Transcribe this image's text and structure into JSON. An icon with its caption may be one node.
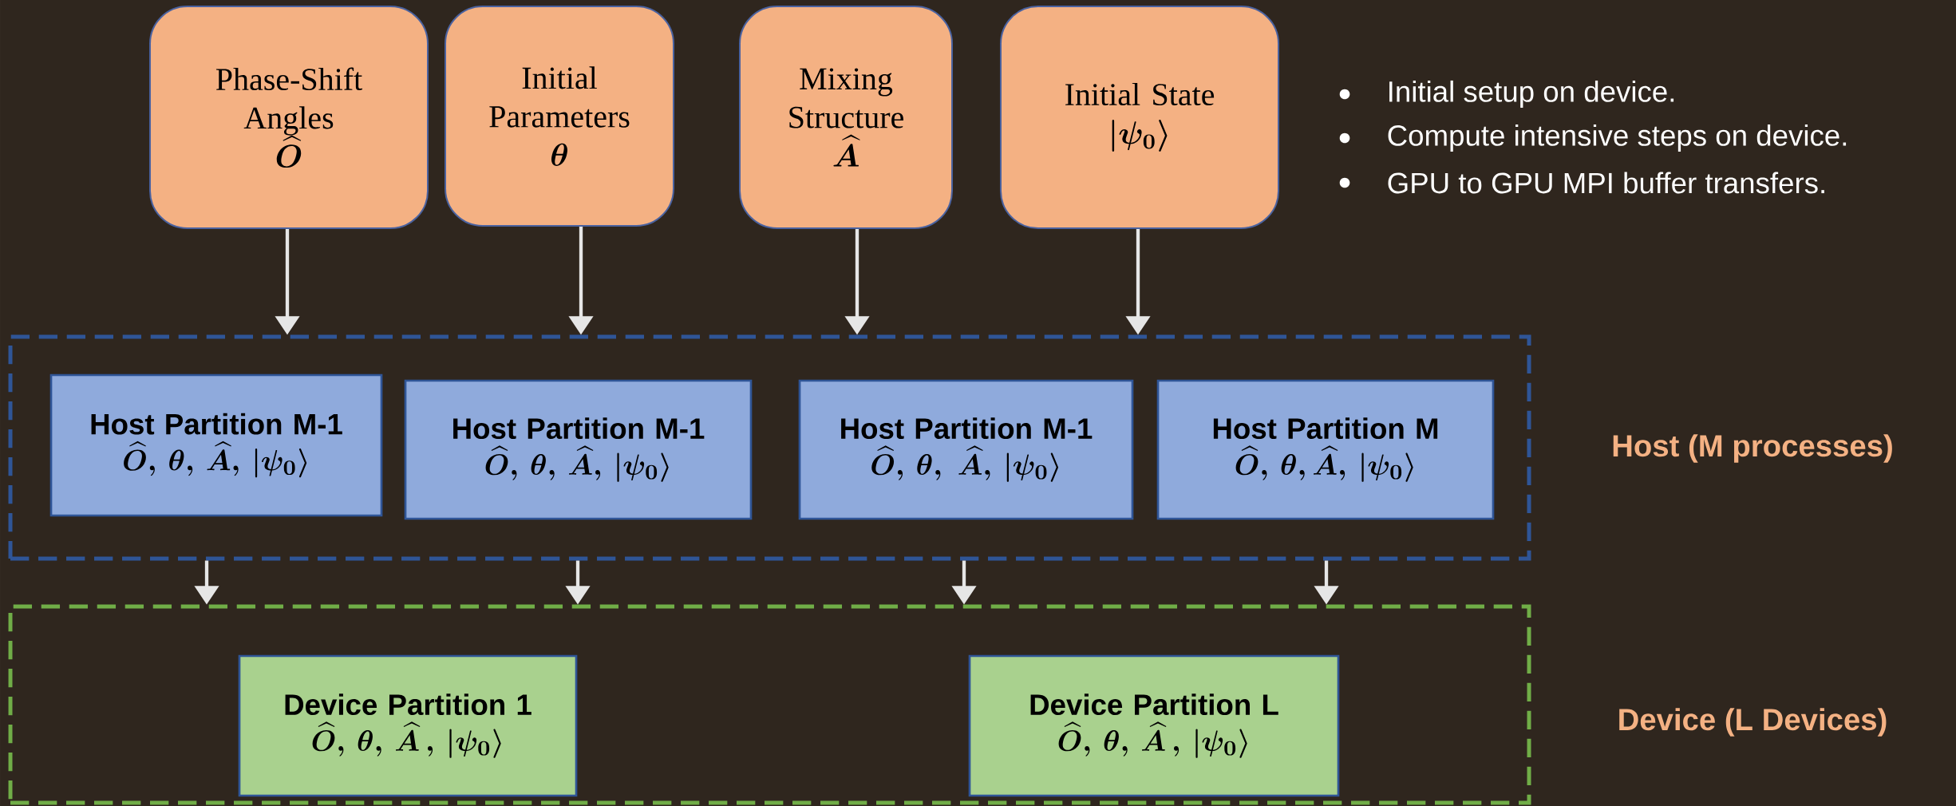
{
  "diagram": {
    "nodes": [
      {
        "text": [
          "Phase-Shift Angles",
          "\\boldsymbol{\\widehat{O}}"
        ]
      },
      {
        "text": [
          "Initial Parameters",
          "\\boldsymbol{\\theta}"
        ]
      },
      {
        "text": [
          "Mixing Structure",
          "\\boldsymbol{\\widehat{A}}"
        ]
      },
      {
        "text": [
          "Initial State",
          "\\boldsymbol{|\\psi_0\\rangle}"
        ]
      },
      {
        "text": [],
        "shape": "box",
        "beside": [
          "Host (M processes)"
        ]
      },
      {
        "text": [
          "Host Partition M-1",
          "\\boldsymbol{\\widehat{O},\\,\\theta,\\,\\widehat{A},\\,|\\psi_0\\rangle}"
        ],
        "in": 4
      },
      {
        "text": [
          "Host Partition M-1",
          "\\boldsymbol{\\widehat{O},\\,\\theta,\\,\\widehat{A},\\,|\\psi_0\\rangle}"
        ],
        "in": 4
      },
      {
        "text": [
          "Host Partition M-1",
          "\\boldsymbol{\\widehat{O},\\,\\theta,\\;\\widehat{A},\\,|\\psi_0\\rangle}"
        ],
        "in": 4
      },
      {
        "text": [
          "Host Partition M",
          "\\boldsymbol{\\widehat{O},\\,\\theta,\\widehat{A},\\,|\\psi_0\\rangle}"
        ],
        "in": 4
      },
      {
        "text": [],
        "shape": "box",
        "beside": [
          "Device (L Devices)"
        ]
      },
      {
        "text": [
          "Device Partition 1",
          "\\boldsymbol{\\widehat{O},\\,\\theta,\\,\\widehat{A}\\,,\\,|\\psi_0\\rangle}"
        ],
        "in": 9
      },
      {
        "text": [
          "Device Partition L",
          "\\boldsymbol{\\widehat{O},\\,\\theta,\\,\\widehat{A}\\,,\\,|\\psi_0\\rangle}"
        ],
        "in": 9
      }
    ],
    "edges": [
      {
        "from": 0,
        "to": 4,
        "arrow": "to"
      },
      {
        "from": 1,
        "to": 4,
        "arrow": "to"
      },
      {
        "from": 2,
        "to": 4,
        "arrow": "to"
      },
      {
        "from": 3,
        "to": 4,
        "arrow": "to"
      },
      {
        "from": 4,
        "to": 9,
        "arrow": "to"
      },
      {
        "from": 4,
        "to": 9,
        "arrow": "to"
      },
      {
        "from": 4,
        "to": 9,
        "arrow": "to"
      },
      {
        "from": 4,
        "to": 9,
        "arrow": "to"
      }
    ],
    "labels": [
      "Initial setup on device.",
      "Compute intensive steps on device.",
      "GPU to GPU MPI buffer transfers."
    ]
  }
}
